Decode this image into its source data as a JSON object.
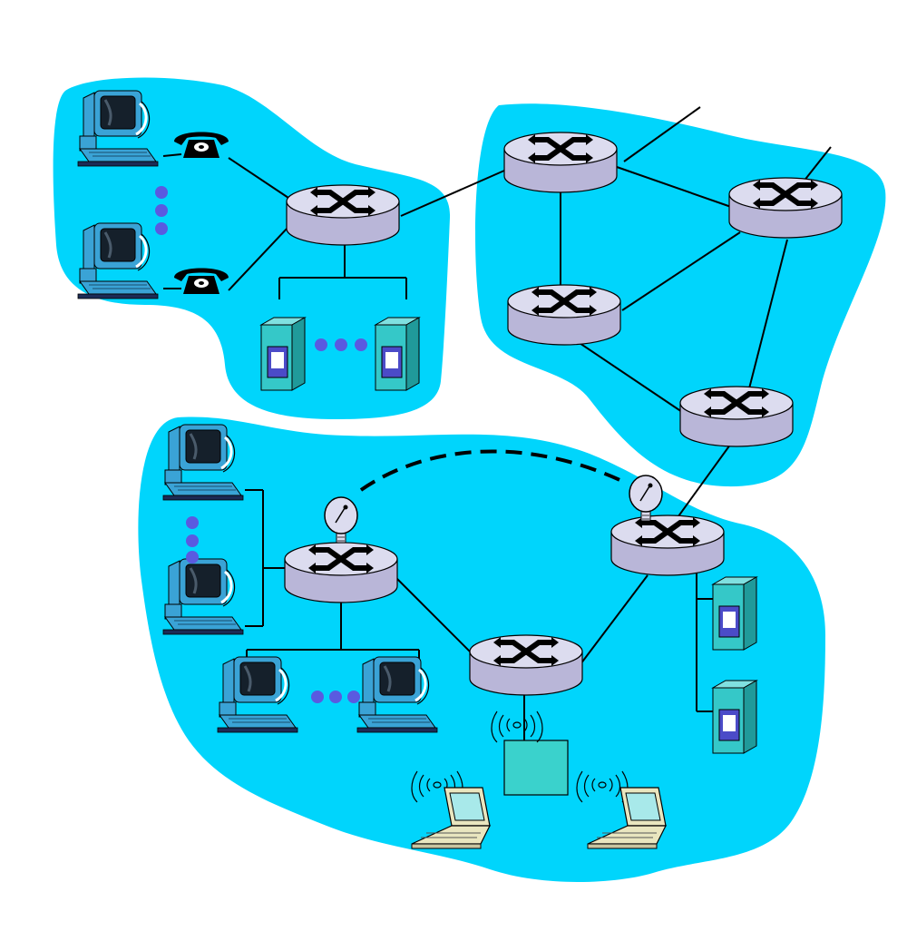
{
  "colors": {
    "background": "#ffffff",
    "region_fill": "#00d5fc",
    "router_top": "#dcdcef",
    "router_side": "#b9b6d8",
    "device_outline": "#000000",
    "server_body": "#35c8c8",
    "server_panel": "#4b4bc8",
    "monitor_frame": "#3aa3d6",
    "monitor_screen": "#15202b",
    "keyboard": "#3aa3d6",
    "dot_ellipsis": "#5a5ae0",
    "access_point": "#3ad2cc",
    "laptop_screen": "#a8e9ea",
    "laptop_base": "#e9e6bf"
  },
  "regions": [
    {
      "name": "home-access-network"
    },
    {
      "name": "isp-core-network"
    },
    {
      "name": "institutional-network"
    }
  ],
  "routers": [
    {
      "name": "router-home-edge"
    },
    {
      "name": "router-core-top"
    },
    {
      "name": "router-core-right"
    },
    {
      "name": "router-core-middle"
    },
    {
      "name": "router-core-bottom"
    },
    {
      "name": "router-institution-left"
    },
    {
      "name": "router-institution-right"
    },
    {
      "name": "router-institution-center"
    }
  ],
  "hosts": [
    {
      "name": "home-pc-1"
    },
    {
      "name": "home-pc-2"
    },
    {
      "name": "inst-pc-left-1"
    },
    {
      "name": "inst-pc-left-2"
    },
    {
      "name": "inst-pc-bottom-1"
    },
    {
      "name": "inst-pc-bottom-2"
    }
  ],
  "icons": [
    "router-icon",
    "desktop-computer-icon",
    "telephone-icon",
    "server-icon",
    "satellite-dish-icon",
    "wireless-access-point-icon",
    "laptop-icon",
    "wireless-signal-icon",
    "ellipsis-dots-icon"
  ]
}
